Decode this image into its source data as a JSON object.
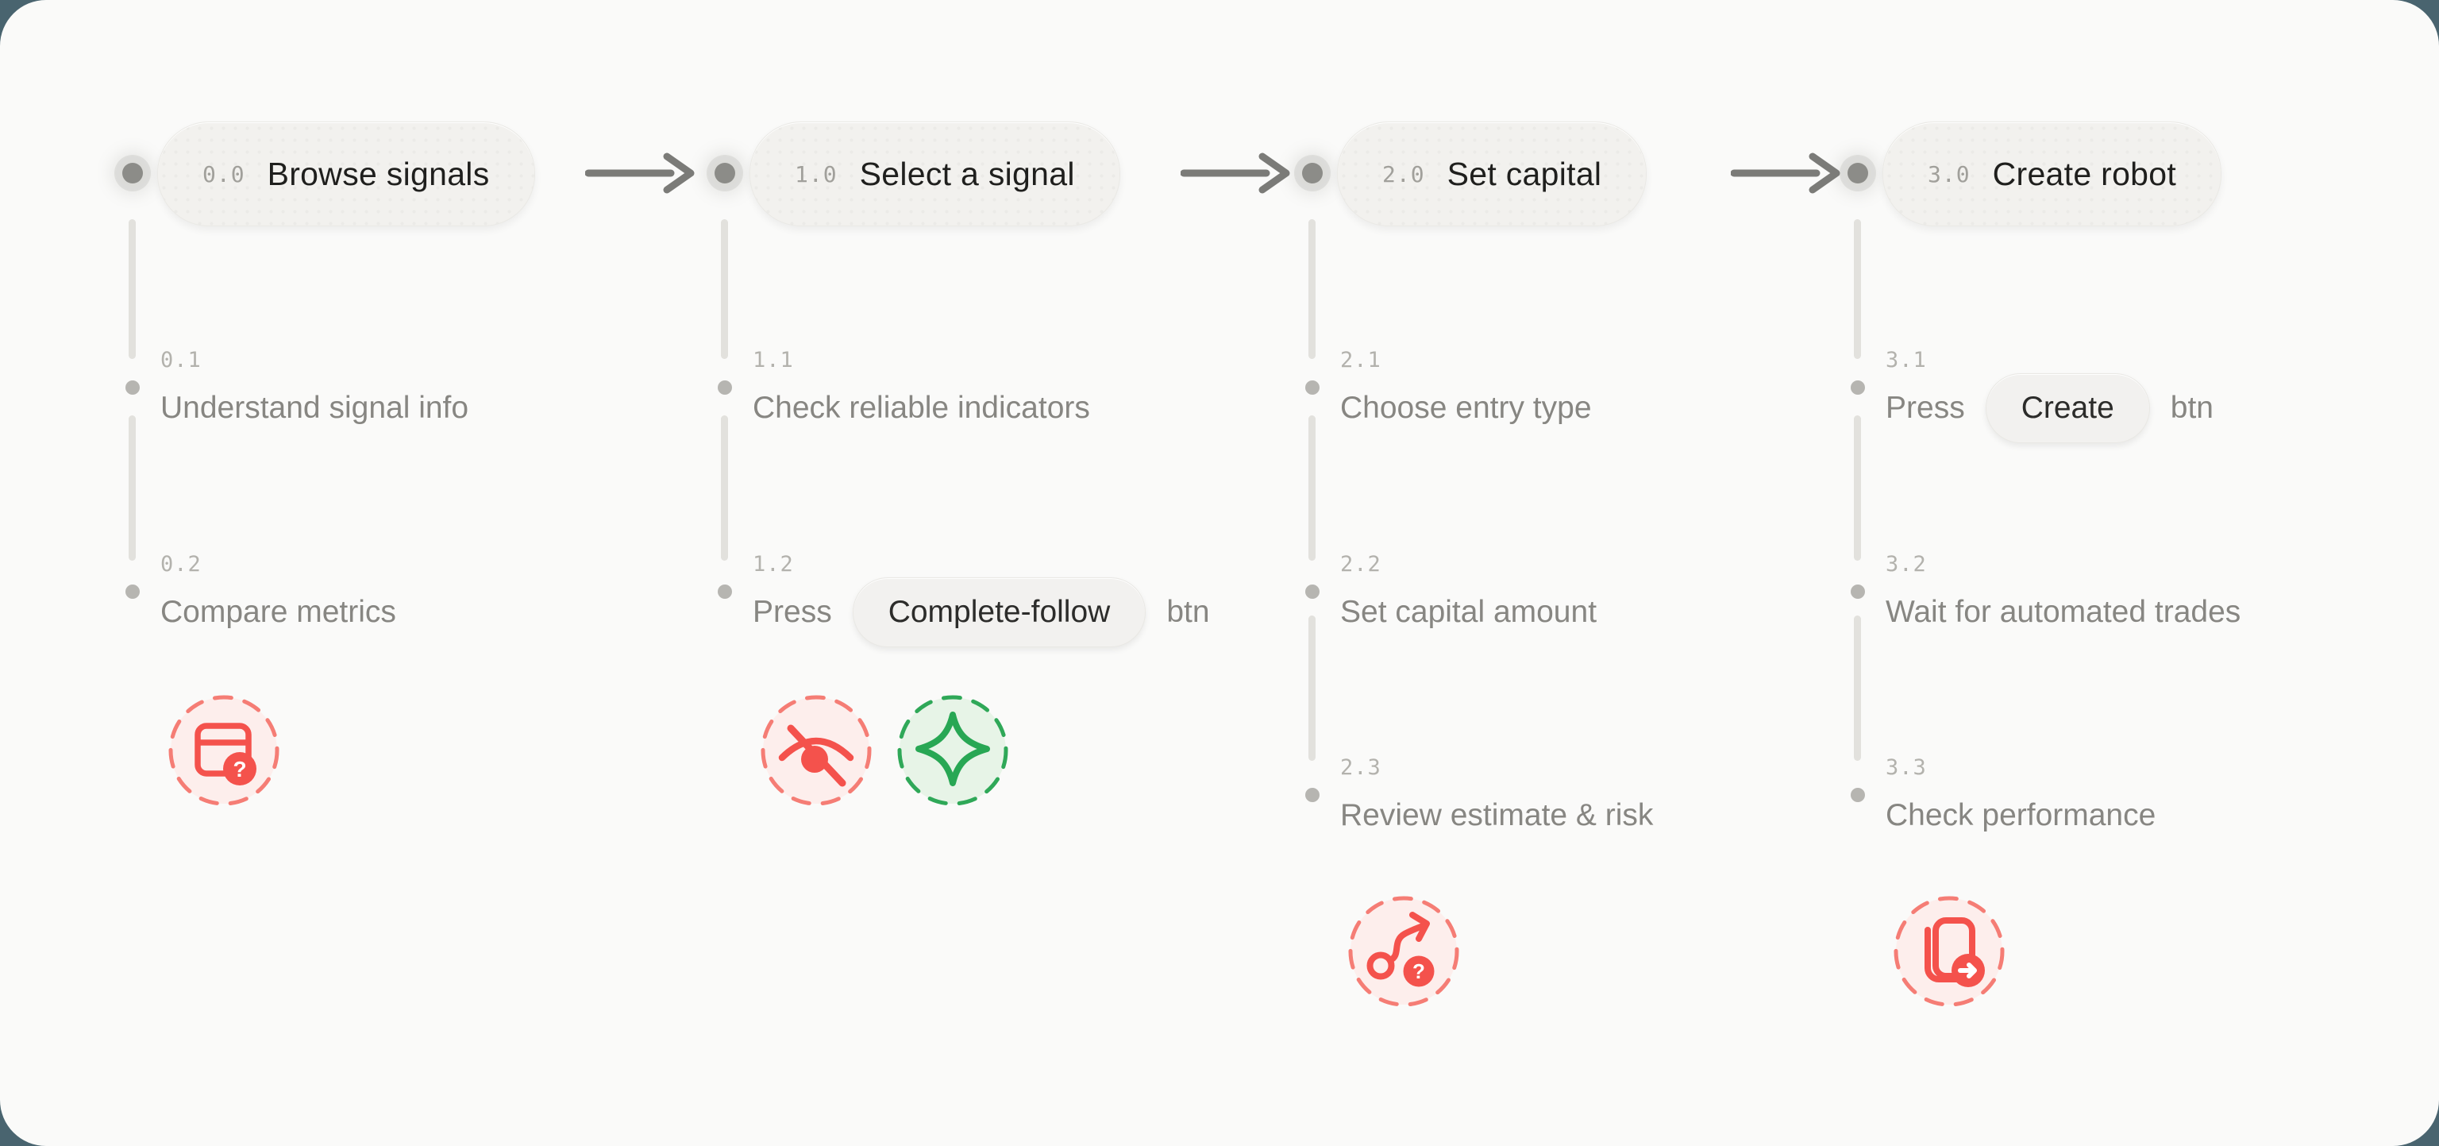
{
  "page": {
    "background_outer": "#49646f",
    "card_background": "#fafaf9"
  },
  "flow": {
    "colors": {
      "red": "#f4524c",
      "red_dash": "#f57d75",
      "red_chip_bg": "#fdeeec",
      "green": "#28a754",
      "green_dash": "#2fa858",
      "green_chip_bg": "#e7f4e7",
      "arrow_gray": "#7b7b78",
      "timeline_gray": "#e2e1dd"
    },
    "icon_glyphs": {
      "question": "?"
    },
    "columns": [
      {
        "pill": {
          "number": "0.0",
          "label": "Browse signals"
        },
        "steps": [
          {
            "number": "0.1",
            "label": "Understand signal info"
          },
          {
            "number": "0.2",
            "label": "Compare metrics"
          }
        ],
        "icons": [
          "window-question"
        ]
      },
      {
        "pill": {
          "number": "1.0",
          "label": "Select a signal"
        },
        "steps": [
          {
            "number": "1.1",
            "label": "Check reliable indicators"
          },
          {
            "number": "1.2",
            "prefix": "Press",
            "button": "Complete-follow",
            "suffix": "btn"
          }
        ],
        "icons": [
          "eye-off",
          "sparkle"
        ]
      },
      {
        "pill": {
          "number": "2.0",
          "label": "Set capital"
        },
        "steps": [
          {
            "number": "2.1",
            "label": "Choose entry type"
          },
          {
            "number": "2.2",
            "label": "Set capital amount"
          },
          {
            "number": "2.3",
            "label": "Review estimate & risk"
          }
        ],
        "icons": [
          "route-question"
        ]
      },
      {
        "pill": {
          "number": "3.0",
          "label": "Create robot"
        },
        "steps": [
          {
            "number": "3.1",
            "prefix": "Press",
            "button": "Create",
            "suffix": "btn"
          },
          {
            "number": "3.2",
            "label": "Wait for automated trades"
          },
          {
            "number": "3.3",
            "label": "Check performance"
          }
        ],
        "icons": [
          "document-arrow"
        ]
      }
    ]
  }
}
